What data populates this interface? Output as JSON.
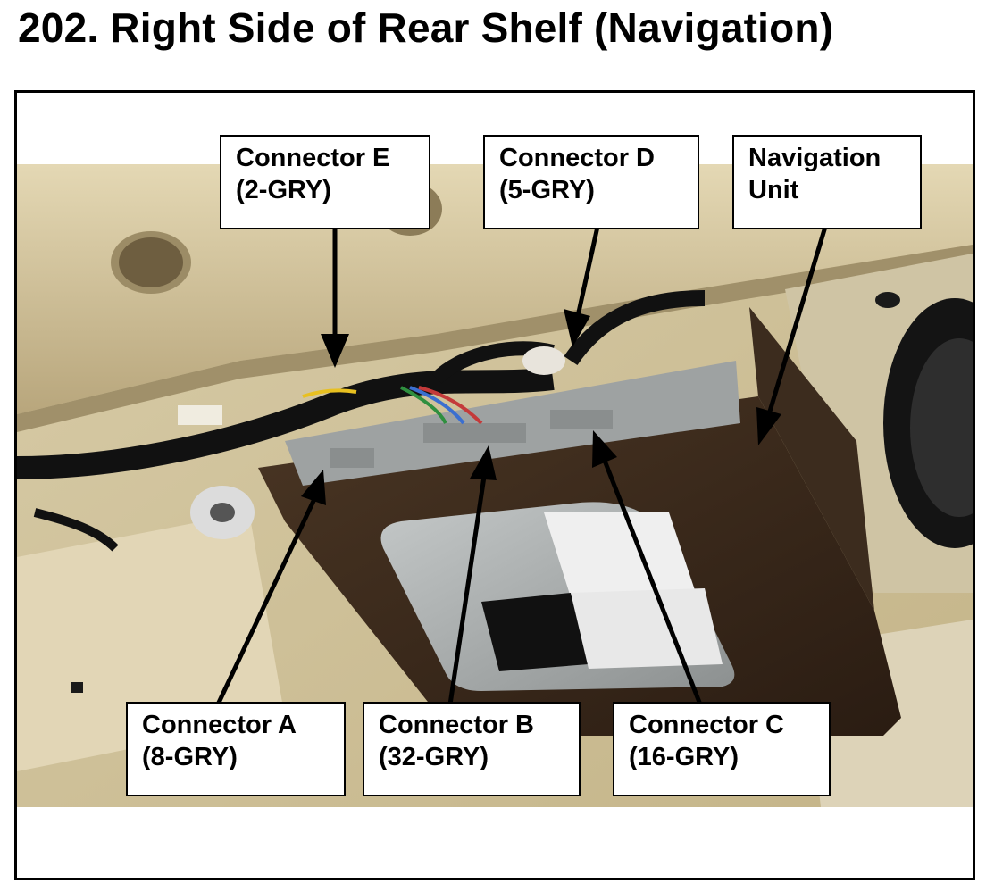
{
  "title": "202.  Right Side of Rear Shelf (Navigation)",
  "callouts": [
    {
      "id": "connector-e",
      "line1": "Connector E",
      "line2": "(2-GRY)"
    },
    {
      "id": "connector-d",
      "line1": "Connector D",
      "line2": "(5-GRY)"
    },
    {
      "id": "navigation-unit",
      "line1": "Navigation",
      "line2": "Unit"
    },
    {
      "id": "connector-a",
      "line1": "Connector A",
      "line2": "(8-GRY)"
    },
    {
      "id": "connector-b",
      "line1": "Connector B",
      "line2": "(32-GRY)"
    },
    {
      "id": "connector-c",
      "line1": "Connector C",
      "line2": "(16-GRY)"
    }
  ],
  "photo_colors": {
    "panel": "#c8b890",
    "bracket": "#3a2a1c",
    "harness": "#1a1a1a",
    "unit_face": "#a8acac"
  }
}
